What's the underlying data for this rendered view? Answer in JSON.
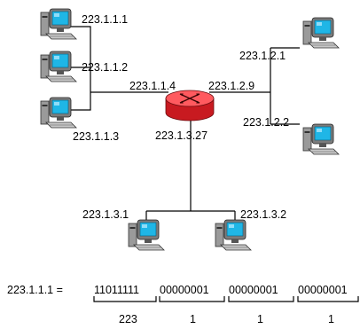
{
  "hosts": {
    "h1": "223.1.1.1",
    "h2": "223.1.1.2",
    "h3": "223.1.1.3",
    "h4": "223.1.2.1",
    "h5": "223.1.2.2",
    "h6": "223.1.3.1",
    "h7": "223.1.3.2"
  },
  "router": {
    "if1": "223.1.1.4",
    "if2": "223.1.2.9",
    "if3": "223.1.3.27"
  },
  "binary": {
    "lhs": "223.1.1.1 =",
    "b1": "11011111",
    "b2": "00000001",
    "b3": "00000001",
    "b4": "00000001",
    "d1": "223",
    "d2": "1",
    "d3": "1",
    "d4": "1"
  },
  "colors": {
    "router_fill": "#e8252b",
    "router_top": "#ff6b6b",
    "monitor_screen": "#1fb6e6",
    "monitor_body": "#8a8a8a",
    "keyboard": "#b8b8b8"
  }
}
